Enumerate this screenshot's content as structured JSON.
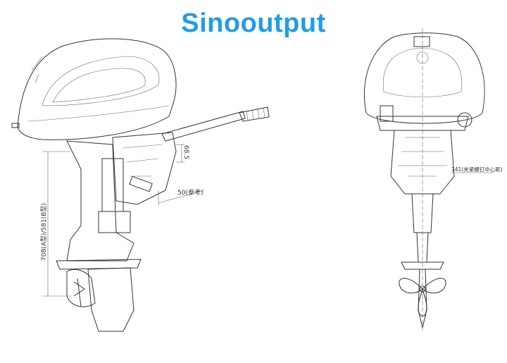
{
  "title": "Sinooutput",
  "colors": {
    "title": "#1f9de9",
    "line": "#333333"
  },
  "side_view": {
    "dim_height": "708(A型)/581(B型)",
    "dim_tilt": "68.5",
    "dim_reference": "50(参考)"
  },
  "front_view": {
    "dim_clamp": "141(夹紧螺钉中心距)"
  }
}
